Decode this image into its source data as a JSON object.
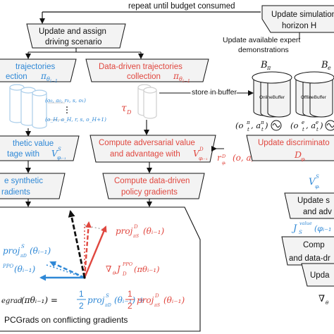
{
  "colors": {
    "black": "#111111",
    "blue": "#2f88d6",
    "red": "#e0473f",
    "gray_fill": "#f3f3f3",
    "cyl_blue": "#a9cdea",
    "cyl_gray": "#cfcfcf"
  },
  "top": {
    "repeat": "repeat until budget consumed",
    "update_sim": "Update simulation",
    "horizon": "horizon H",
    "update_assign_1": "Update and assign",
    "update_assign_2": "driving scenario",
    "update_expert_1": "Update available expert",
    "update_expert_2": "demonstrations"
  },
  "left": {
    "traj_1": "trajectories",
    "traj_2": "ection",
    "traj_pi": "π",
    "traj_sub": "θ",
    "traj_subsub": "i−1",
    "tuples_1": "(o₀, a₀, r₀, s, o₁)",
    "tuples_2": "(o_H, a_H, r, s, o_H+1)",
    "synth_1": "thetic value",
    "synth_2": "tage with",
    "synth_v": "V",
    "synth_sup": "S",
    "synth_sub": "φᵢ₋₁",
    "grad_1": "e synthetic",
    "grad_2": "radients"
  },
  "middle": {
    "dd_1": "Data-driven trajectories",
    "dd_2": "collection",
    "dd_pi": "π",
    "dd_sub": "θ",
    "dd_subsub": "i−1",
    "tau": "τ",
    "tau_sub": "D",
    "store": "store in buffer",
    "adv_1": "Compute adversarial value",
    "adv_2": "and advantage with",
    "adv_v": "V",
    "adv_sup": "D",
    "adv_sub": "φᵢ₋₁",
    "reward": "r",
    "reward_sub": "D",
    "reward_subsub": "φᵢ",
    "reward_args": "(o, a)",
    "pg_1": "Compute data-driven",
    "pg_2": "policy gradients"
  },
  "buffers": {
    "b_pi": "B",
    "b_pi_sub": "π",
    "b_e": "B",
    "b_e_sub": "e",
    "online": "OnlineBuffer",
    "offline": "OfflineBuffer",
    "pair_pi": "(o",
    "pair_pi_rest": "t , a t )",
    "pair_e": "(o",
    "pair_e_rest": "t , a t )"
  },
  "right": {
    "disc_1": "Update discriminato",
    "disc_d": "D",
    "disc_sub": "φᵢ",
    "vs": "V",
    "vs_sup": "S",
    "vs_sub": "φᵢ",
    "upd_1": "Update s",
    "upd_2": "and adv",
    "jval": "J",
    "jval_sup": "value",
    "jval_sub": "S",
    "jval_args": "(φᵢ₋₁",
    "comp_1": "Comp",
    "comp_2": "and data-dr",
    "upda": "Upda",
    "nabla": "∇",
    "nabla_sub": "θ"
  },
  "pcgrad": {
    "proj_d": "proj",
    "proj_d_sup": "D",
    "proj_d_sub": "πS",
    "proj_d_arg": "(θᵢ₋₁)",
    "proj_s": "proj",
    "proj_s_sup": "S",
    "proj_s_sub": "πD",
    "proj_s_arg": "(θᵢ₋₁)",
    "ppo_left": "PPO",
    "ppo_left_arg": "(θᵢ₋₁)",
    "nabla_ppo": "∇",
    "nabla_ppo_sub": "θ",
    "nabla_ppo_j": "J",
    "nabla_ppo_sup": "PPO",
    "nabla_ppo_jsub": "D",
    "nabla_ppo_arg": "(πθᵢ₋₁)",
    "eq_left": "egrad",
    "eq_left_arg": "(πθᵢ₋₁) =",
    "half": "1",
    "two": "2",
    "eq_proj1": "proj",
    "eq_proj1_sup": "S",
    "eq_proj1_sub": "πD",
    "eq_proj1_arg": "(θᵢ₋₁) +",
    "eq_proj2": "proj",
    "eq_proj2_sup": "D",
    "eq_proj2_sub": "πS",
    "eq_proj2_arg": "(θᵢ₋₁)",
    "caption": "PCGrads on  conflicting gradients"
  }
}
